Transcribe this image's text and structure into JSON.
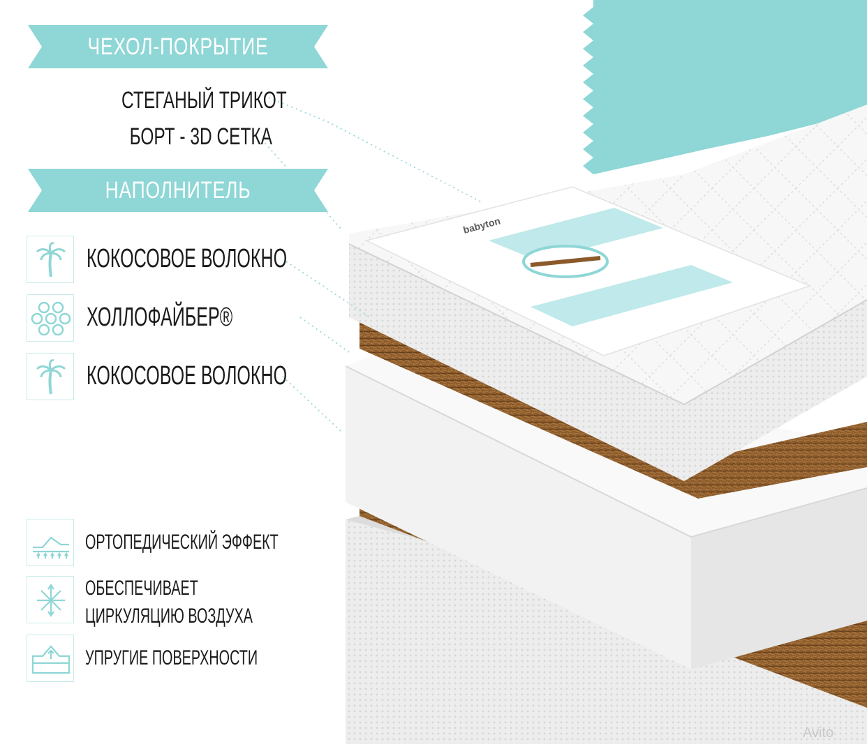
{
  "cover": {
    "heading": "ЧЕХОЛ-ПОКРЫТИЕ",
    "lines": [
      "СТЕГАНЫЙ ТРИКОТ",
      "БОРТ - 3D СЕТКА"
    ]
  },
  "filler": {
    "heading": "НАПОЛНИТЕЛЬ",
    "layers": [
      {
        "label": "КОКОСОВОЕ ВОЛОКНО",
        "icon": "palm-tree-icon"
      },
      {
        "label": "ХОЛЛОФАЙБЕР®",
        "icon": "fiber-balls-icon"
      },
      {
        "label": "КОКОСОВОЕ ВОЛОКНО",
        "icon": "palm-tree-icon"
      }
    ]
  },
  "features": [
    {
      "lines": [
        "ОРТОПЕДИЧЕСКИЙ ЭФФЕКТ"
      ],
      "icon": "orthopedic-support-icon"
    },
    {
      "lines": [
        "ОБЕСПЕЧИВАЕТ",
        "ЦИРКУЛЯЦИЮ ВОЗДУХА"
      ],
      "icon": "air-circulation-icon"
    },
    {
      "lines": [
        "УПРУГИЕ ПОВЕРХНОСТИ"
      ],
      "icon": "elastic-surface-icon"
    }
  ],
  "product": {
    "brand": "babyton"
  },
  "watermark": "Avito",
  "colors": {
    "accent": "#8fd6d6",
    "icon_border": "#c9eceb",
    "text": "#1b1b1b",
    "coconut": "#8a5a2b",
    "foam": "#f4f4f4"
  }
}
